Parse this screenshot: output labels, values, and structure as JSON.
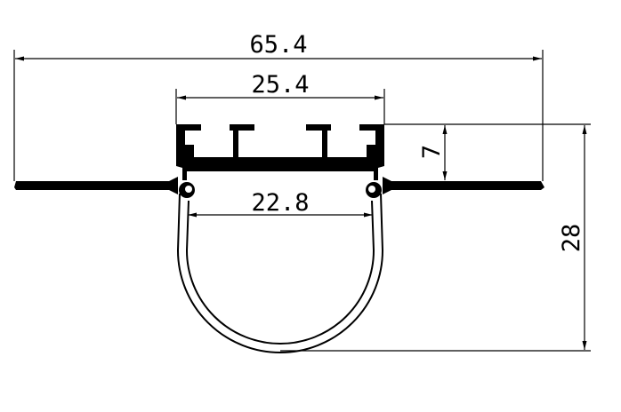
{
  "dimensions": {
    "overall_width": "65.4",
    "housing_width": "25.4",
    "diffuser_inner_width": "22.8",
    "housing_depth": "7",
    "overall_height": "28"
  },
  "colors": {
    "line": "#000000",
    "fill": "#000000",
    "background": "#ffffff"
  }
}
